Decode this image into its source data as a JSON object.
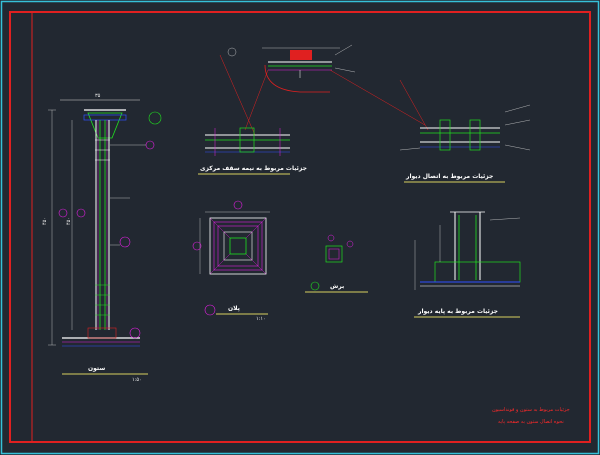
{
  "colors": {
    "background": "#222831",
    "outer_frame": "#36c0d8",
    "inner_frame": "#e02020",
    "primary_line": "#ffffff",
    "accent_green": "#20e020",
    "accent_magenta": "#e020e0",
    "accent_cyan": "#20d0e0",
    "accent_red": "#ff2a2a",
    "accent_blue": "#3050ff",
    "title_underline": "#d8d060"
  },
  "titles": {
    "column": "ستون",
    "column_scale": "۱:۵۰",
    "middle_support": "جزئیات مربوط به نیمه سقف مرکزی",
    "wall_anchor": "جزئیات مربوط به اتصال دیوار",
    "base_plate": "پلان",
    "base_plate_scale": "۱:۱۰",
    "small_section": "برش",
    "wall_footing": "جزئیات مربوط به پایه دیوار"
  },
  "notes": {
    "line1": "جزئیات مربوط به ستون و فونداسیون",
    "line2": "نحوه اتصال ستون به صفحه پایه"
  }
}
